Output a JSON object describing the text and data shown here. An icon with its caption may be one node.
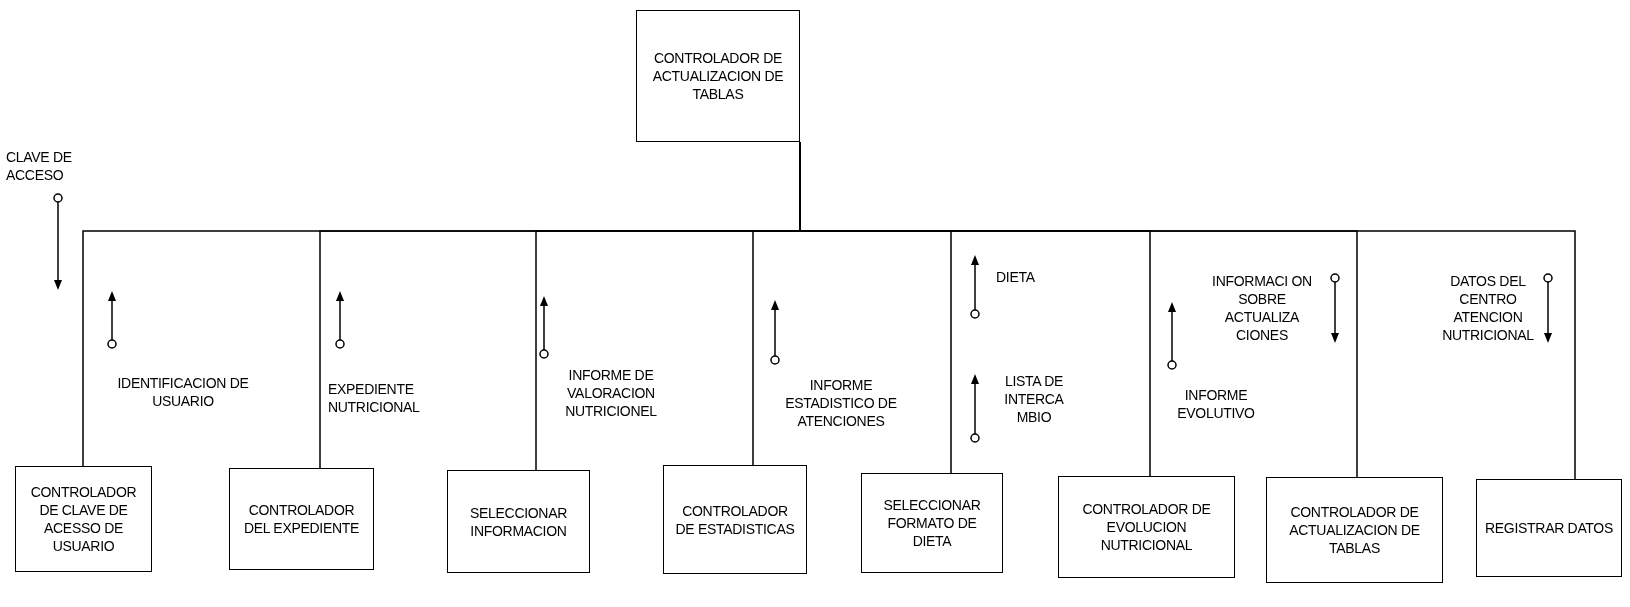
{
  "diagram": {
    "nodes": [
      {
        "text": [
          "CONTROLADOR DE ACTUALIZACION DE TABLAS"
        ]
      },
      {
        "text": [
          "CONTROLADOR DE CLAVE DE ACESSO DE USUARIO"
        ]
      },
      {
        "text": [
          "CONTROLADOR DEL EXPEDIENTE"
        ]
      },
      {
        "text": [
          "SELECCIONAR INFORMACION"
        ]
      },
      {
        "text": [
          "CONTROLADOR DE ESTADISTICAS"
        ]
      },
      {
        "text": [
          "SELECCIONAR FORMATO DE DIETA"
        ]
      },
      {
        "text": [
          "CONTROLADOR DE EVOLUCION NUTRICIONAL"
        ]
      },
      {
        "text": [
          "CONTROLADOR DE ACTUALIZACION DE TABLAS"
        ]
      },
      {
        "text": [
          "REGISTRAR DATOS"
        ]
      }
    ],
    "edges": [
      {
        "from": 0,
        "to": 1,
        "arrow": "none"
      },
      {
        "from": 0,
        "to": 2,
        "arrow": "none"
      },
      {
        "from": 0,
        "to": 3,
        "arrow": "none"
      },
      {
        "from": 0,
        "to": 4,
        "arrow": "none"
      },
      {
        "from": 0,
        "to": 5,
        "arrow": "none"
      },
      {
        "from": 0,
        "to": 6,
        "arrow": "none"
      },
      {
        "from": 0,
        "to": 7,
        "arrow": "none"
      },
      {
        "from": 0,
        "to": 8,
        "arrow": "none"
      }
    ],
    "labels": [
      "CLAVE DE ACCESO",
      "IDENTIFICACION DE USUARIO",
      "EXPEDIENTE NUTRICIONAL",
      "INFORME DE VALORACION NUTRICIONEL",
      "INFORME ESTADISTICO DE ATENCIONES",
      "DIETA",
      "LISTA DE INTERCA MBIO",
      "INFORMACI ON SOBRE ACTUALIZA CIONES",
      "INFORME EVOLUTIVO",
      "DATOS DEL CENTRO ATENCION NUTRICIONAL"
    ]
  }
}
